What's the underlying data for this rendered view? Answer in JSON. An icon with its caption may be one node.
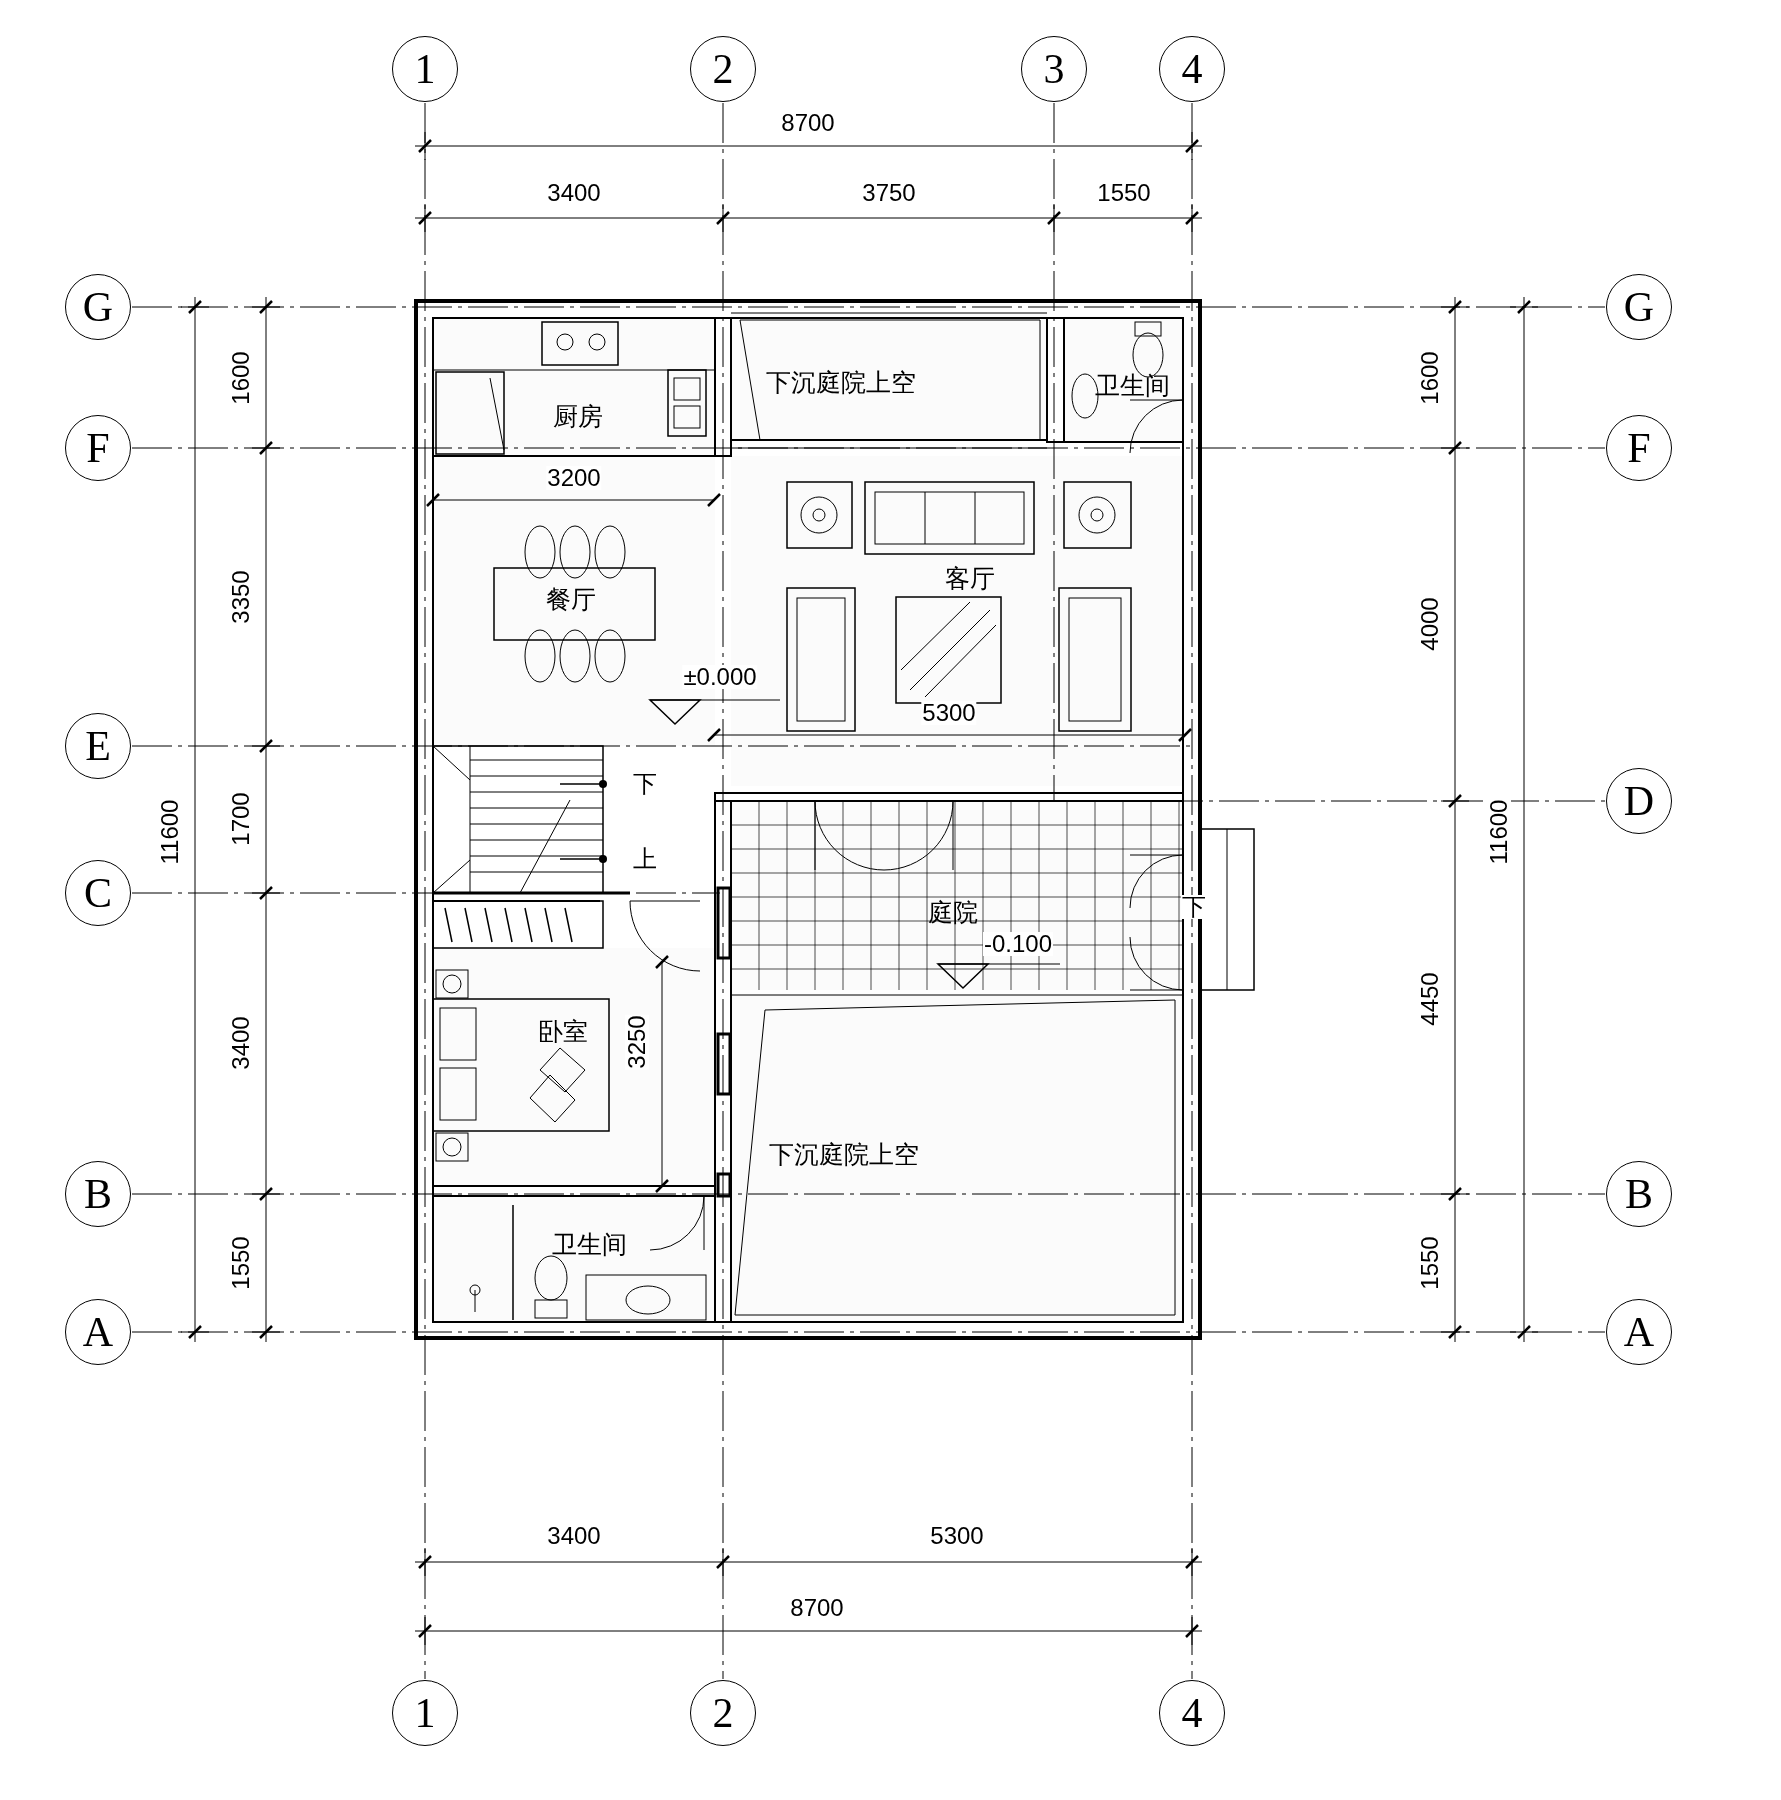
{
  "diagram": {
    "nodes": [
      {
        "text": [
          "1"
        ]
      },
      {
        "text": [
          "2"
        ]
      },
      {
        "text": [
          "3"
        ]
      },
      {
        "text": [
          "4"
        ]
      },
      {
        "text": [
          "G"
        ]
      },
      {
        "text": [
          "G"
        ]
      },
      {
        "text": [
          "F"
        ]
      },
      {
        "text": [
          "F"
        ]
      },
      {
        "text": [
          "E"
        ]
      },
      {
        "text": [
          "D"
        ]
      },
      {
        "text": [
          "C"
        ]
      },
      {
        "text": [
          "B"
        ]
      },
      {
        "text": [
          "B"
        ]
      },
      {
        "text": [
          "A"
        ]
      },
      {
        "text": [
          "A"
        ]
      },
      {
        "text": [
          "1"
        ]
      },
      {
        "text": [
          "2"
        ]
      },
      {
        "text": [
          "4"
        ]
      },
      {
        "text": [
          "厨房"
        ]
      },
      {
        "text": [
          "下沉庭院上空"
        ]
      },
      {
        "text": [
          "卫生间"
        ]
      },
      {
        "text": [
          "餐厅"
        ]
      },
      {
        "text": [
          "客厅"
        ]
      },
      {
        "text": [
          "庭院"
        ]
      },
      {
        "text": [
          "卧室"
        ]
      },
      {
        "text": [
          "下沉庭院上空"
        ]
      },
      {
        "text": [
          "卫生间"
        ]
      }
    ],
    "labels": [
      "8700",
      "3400",
      "3750",
      "1550",
      "1600",
      "3350",
      "1700",
      "3400",
      "1550",
      "11600",
      "1600",
      "4000",
      "4450",
      "1550",
      "11600",
      "3200",
      "±0.000",
      "5300",
      "下",
      "上",
      "下",
      "-0.100",
      "3250",
      "3400",
      "5300",
      "8700"
    ]
  }
}
